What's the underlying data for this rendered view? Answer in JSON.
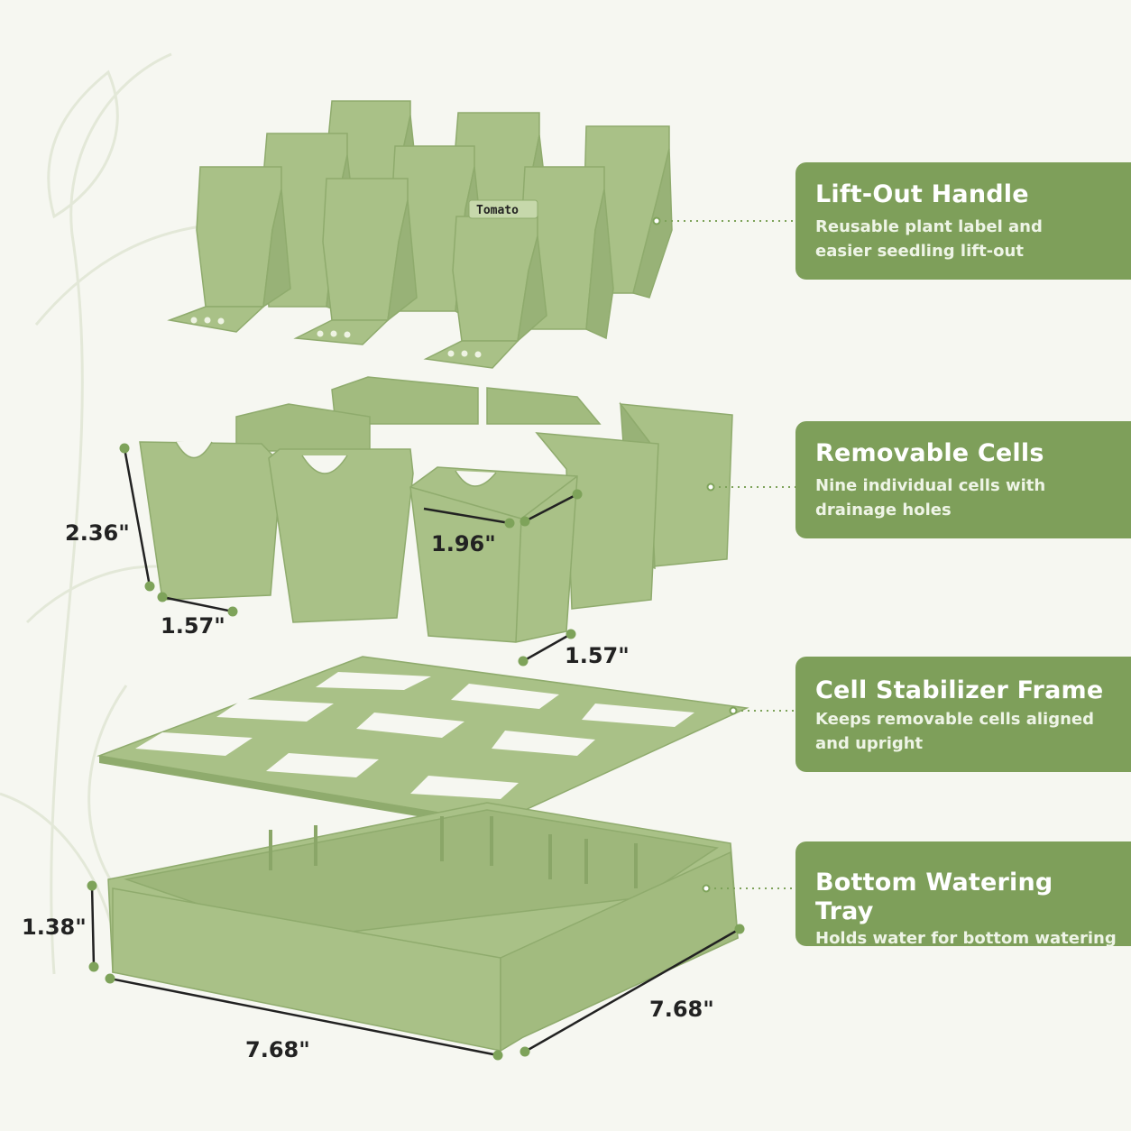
{
  "features": [
    {
      "title": "Lift-Out Handle",
      "desc_1": "Reusable plant label and",
      "desc_2": "easier seedling lift-out"
    },
    {
      "title": "Removable Cells",
      "desc_1": "Nine individual cells with",
      "desc_2": "drainage holes"
    },
    {
      "title": "Cell Stabilizer Frame",
      "desc_1": "Keeps removable cells aligned",
      "desc_2": "and upright"
    },
    {
      "title": "Bottom Watering Tray",
      "desc_1": "Holds water for bottom watering",
      "desc_2": ""
    }
  ],
  "dimensions": {
    "cell_height": "2.36\"",
    "cell_top_width": "1.96\"",
    "cell_base_left": "1.57\"",
    "cell_base_right": "1.57\"",
    "tray_height": "1.38\"",
    "tray_length": "7.68\"",
    "tray_width": "7.68\""
  },
  "handle_label": "Tomato",
  "colors": {
    "background": "#f6f7f1",
    "product_green": "#a9c187",
    "product_dark": "#8fab6d",
    "card_green": "#7e9f5a",
    "dot": "#7ea35a"
  }
}
